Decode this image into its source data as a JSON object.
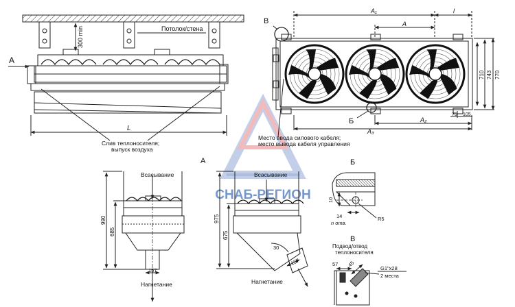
{
  "labels": {
    "view_a_arrow": "А",
    "clearance": "300 min",
    "ceiling": "Потолок/стена",
    "length_l": "L",
    "drain": "Слив теплоносителя;",
    "air_outlet": "выпуск воздуха",
    "cable_power": "Место ввода силового кабеля;",
    "cable_control": "место вывода кабеля управления",
    "ref_b_top": "В",
    "ref_b_cyr": "Б",
    "a1": "A₁",
    "a": "A",
    "l": "l",
    "a2": "A₂",
    "a3": "A₃",
    "d75": "75",
    "d105": "105",
    "d710": "710",
    "d743": "743",
    "d770": "770",
    "view_a_title": "А",
    "suction_left": "Всасывание",
    "suction_right": "Всасывание",
    "discharge_left": "Нагнетание",
    "discharge_right": "Нагнетание",
    "d990": "990",
    "d685": "685",
    "d157_left": "157",
    "d975": "975",
    "d675": "675",
    "d30": "30",
    "d157_right": "157",
    "detail_b_title": "Б",
    "d10": "10",
    "d14": "14",
    "holes": "n отв.",
    "r5": "R5",
    "detail_v_title": "В",
    "supply1": "Подвод/отвод",
    "supply2": "теплоносителя",
    "d57": "57",
    "d45": "45",
    "thread": "G1\"x28",
    "places": "2 места",
    "watermark": "СНАБ-РЕГИОН"
  },
  "colors": {
    "line": "#222222",
    "fan_blade": "#111111",
    "watermark_blue": "#3b6fb3",
    "watermark_red": "#d43a3a"
  }
}
